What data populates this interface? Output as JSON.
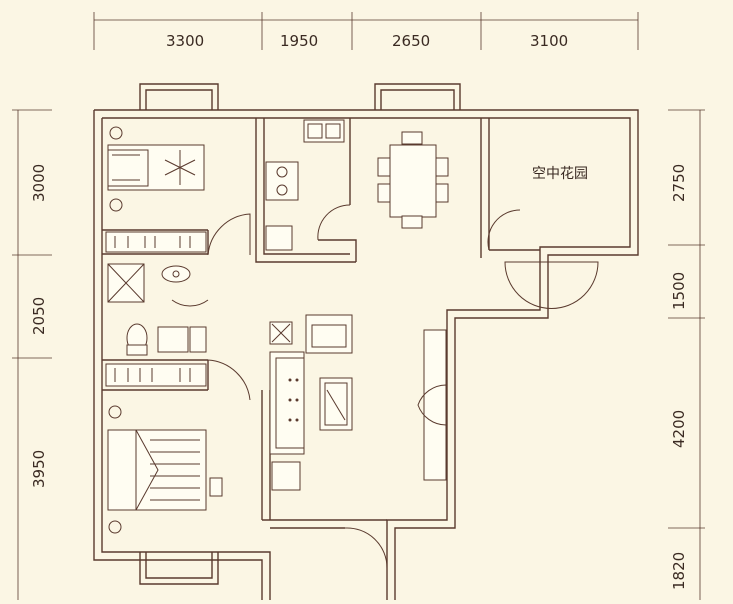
{
  "colors": {
    "background": "#fbf6e4",
    "wall": "#5a3a2e",
    "accent": "#6b3d2e"
  },
  "dimensions": {
    "top": [
      "3300",
      "1950",
      "2650",
      "3100"
    ],
    "left": [
      "3000",
      "2050",
      "3950"
    ],
    "right": [
      "2750",
      "1500",
      "4200",
      "1820"
    ]
  },
  "rooms": {
    "sky_garden": "空中花园"
  },
  "icons": {
    "bed": "bed-icon",
    "sofa": "sofa-icon",
    "dining_table": "dining-table-icon",
    "stove": "stove-icon",
    "sink": "kitchen-sink-icon",
    "toilet": "toilet-icon",
    "wash_basin": "wash-basin-icon",
    "shower": "shower-icon",
    "tv": "tv-icon",
    "armchair": "armchair-icon",
    "coffee_table": "coffee-table-icon",
    "plant": "plant-icon",
    "wardrobe": "wardrobe-icon"
  }
}
